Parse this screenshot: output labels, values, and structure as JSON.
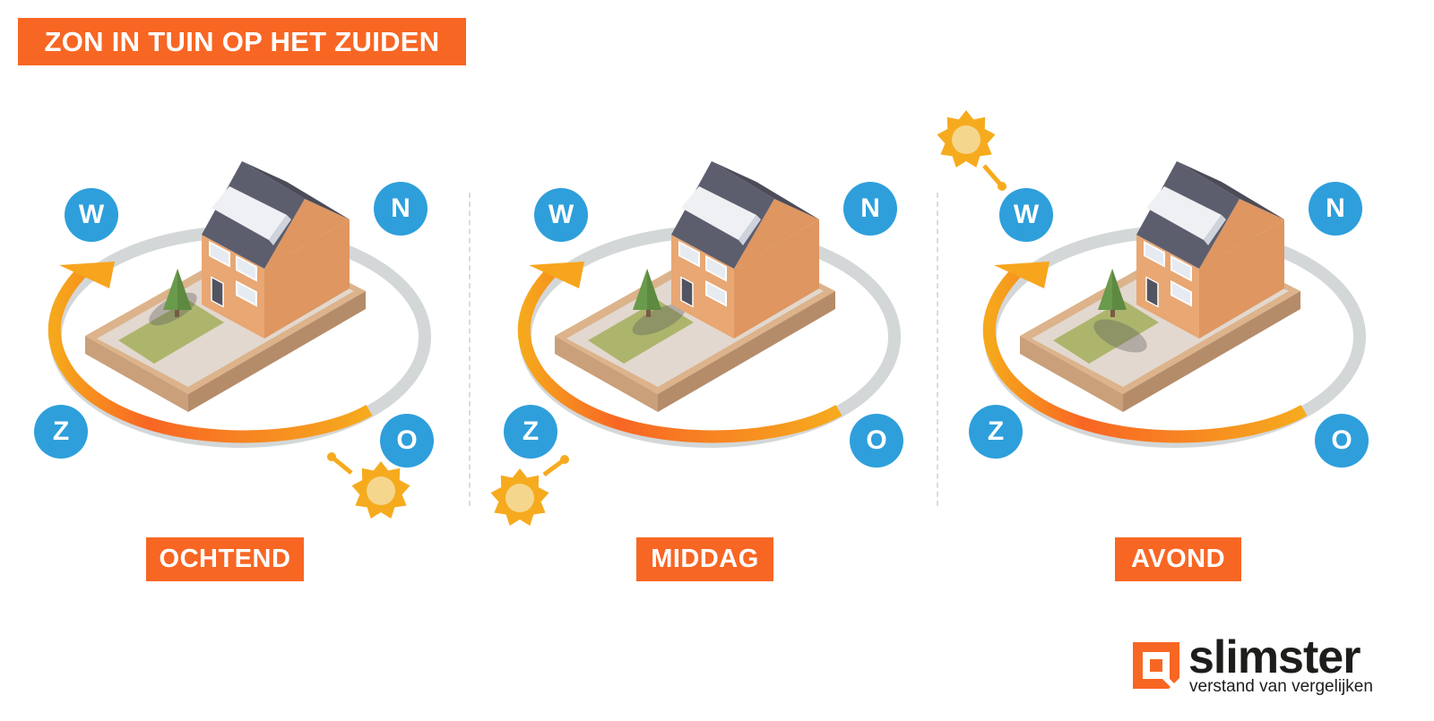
{
  "title": "ZON IN TUIN OP HET ZUIDEN",
  "colors": {
    "accent_orange": "#f86624",
    "compass_blue": "#2e9fdb",
    "arc_gray": "#d3d7d8",
    "sun_yellow": "#f6ab1e",
    "sun_core": "#f5d68d",
    "roof": "#5c5e6e",
    "wall_front": "#e8a773",
    "wall_side": "#df9660",
    "grass": "#adb56d",
    "path": "#e0d7cf",
    "plot_edge": "#c29e7c",
    "tree": "#6a9a4c"
  },
  "compass_labels": {
    "west": "W",
    "north": "N",
    "south": "Z",
    "east": "O"
  },
  "panels": [
    {
      "label": "OCHTEND",
      "sun_position": "east-bottom-right",
      "sun_arrow": "up-left"
    },
    {
      "label": "MIDDAG",
      "sun_position": "south-bottom-left",
      "sun_arrow": "up-right"
    },
    {
      "label": "AVOND",
      "sun_position": "west-top-left",
      "sun_arrow": "down-right"
    }
  ],
  "logo": {
    "name": "slimster",
    "tagline": "verstand van vergelijken"
  }
}
